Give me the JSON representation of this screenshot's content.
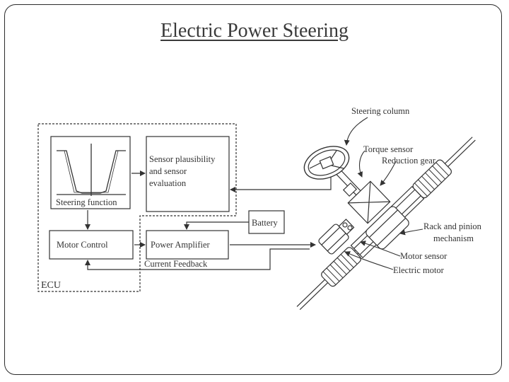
{
  "title": "Electric Power Steering",
  "blocks": {
    "steering_function": "Steering function",
    "sensor_line1": "Sensor plausibility",
    "sensor_line2": "and sensor",
    "sensor_line3": "evaluation",
    "battery": "Battery",
    "motor_control": "Motor Control",
    "power_amplifier": "Power Amplifier",
    "current_feedback": "Current Feedback",
    "ecu": "ECU"
  },
  "callouts": {
    "steering_column": "Steering column",
    "torque_sensor": "Torque sensor",
    "reduction_gear": "Reduction gear",
    "rack_pinion_line1": "Rack and pinion",
    "rack_pinion_line2": "mechanism",
    "motor_sensor": "Motor sensor",
    "electric_motor": "Electric motor"
  },
  "colors": {
    "ink": "#333333",
    "frame": "#2b2b2b",
    "title": "#3a3a3a"
  }
}
